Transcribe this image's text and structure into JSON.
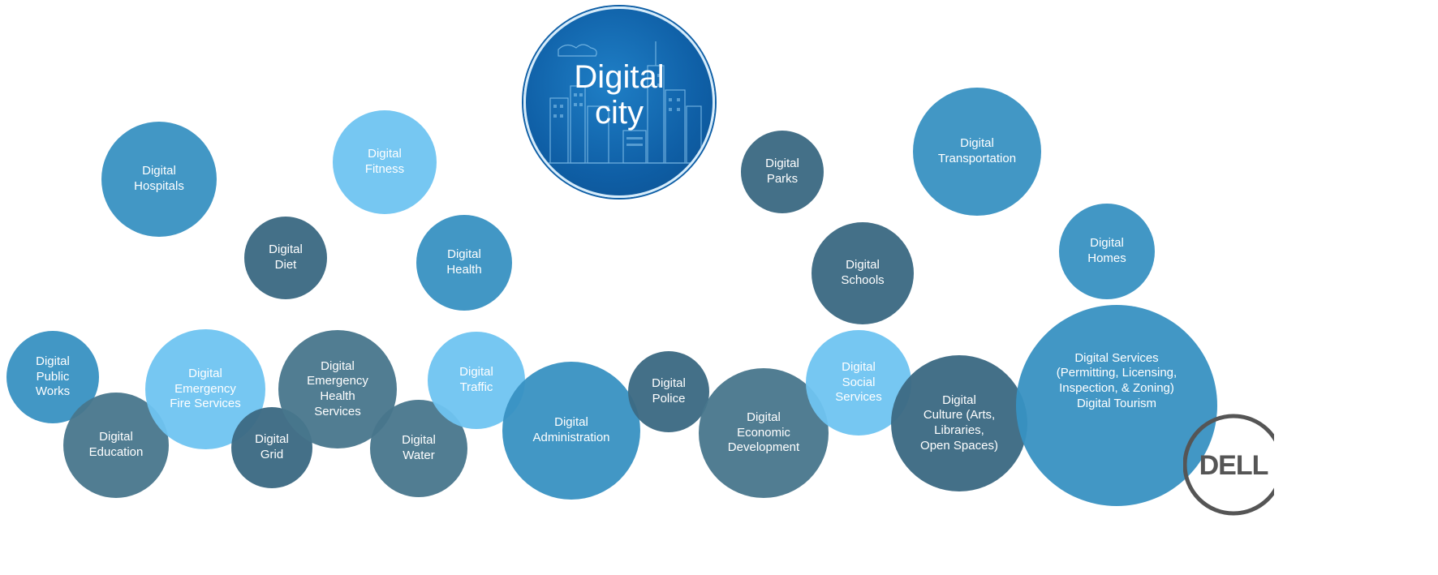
{
  "hub": {
    "title": "Digital\ncity"
  },
  "bubbles": [
    {
      "id": "hospitals",
      "label": "Digital\nHospitals"
    },
    {
      "id": "fitness",
      "label": "Digital\nFitness"
    },
    {
      "id": "diet",
      "label": "Digital\nDiet"
    },
    {
      "id": "health",
      "label": "Digital\nHealth"
    },
    {
      "id": "parks",
      "label": "Digital\nParks"
    },
    {
      "id": "transportation",
      "label": "Digital\nTransportation"
    },
    {
      "id": "schools",
      "label": "Digital\nSchools"
    },
    {
      "id": "homes",
      "label": "Digital\nHomes"
    },
    {
      "id": "public_works",
      "label": "Digital\nPublic\nWorks"
    },
    {
      "id": "education",
      "label": "Digital\nEducation"
    },
    {
      "id": "fire_services",
      "label": "Digital\nEmergency\nFire Services"
    },
    {
      "id": "grid",
      "label": "Digital\nGrid"
    },
    {
      "id": "health_services",
      "label": "Digital\nEmergency\nHealth\nServices"
    },
    {
      "id": "water",
      "label": "Digital\nWater"
    },
    {
      "id": "traffic",
      "label": "Digital\nTraffic"
    },
    {
      "id": "administration",
      "label": "Digital\nAdministration"
    },
    {
      "id": "police",
      "label": "Digital\nPolice"
    },
    {
      "id": "economic_development",
      "label": "Digital\nEconomic\nDevelopment"
    },
    {
      "id": "social_services",
      "label": "Digital\nSocial\nServices"
    },
    {
      "id": "culture",
      "label": "Digital\nCulture (Arts,\nLibraries,\nOpen Spaces)"
    },
    {
      "id": "services_tourism",
      "label": "Digital Services\n(Permitting, Licensing,\nInspection, & Zoning)\nDigital Tourism"
    }
  ],
  "logo": {
    "text": "DELL",
    "color": "#555555"
  }
}
